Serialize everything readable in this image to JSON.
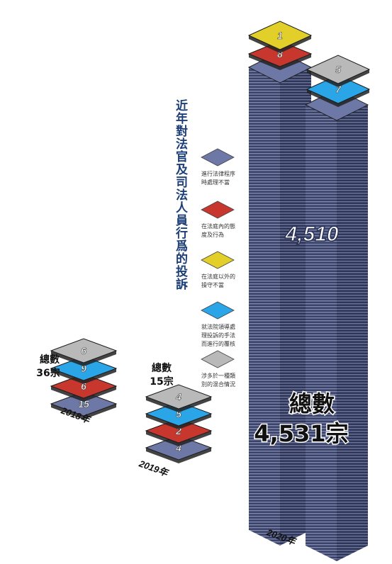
{
  "title": "近年對法官及司法人員行爲的投訴",
  "colors": {
    "slate": "#6d78a6",
    "red": "#c8372d",
    "yellow": "#e2cf2a",
    "blue": "#2aa5e8",
    "gray": "#b9b9b9",
    "dark": "#333a5a"
  },
  "legend": [
    {
      "color": "slate",
      "line1": "進行法律程序",
      "line2": "時處理不當"
    },
    {
      "color": "red",
      "line1": "在法庭內的態",
      "line2": "度及行為"
    },
    {
      "color": "yellow",
      "line1": "在法庭以外的",
      "line2": "操守不當"
    },
    {
      "color": "blue",
      "line1": "就法院領導處",
      "line2": "理投訴的手法",
      "line3": "而進行的覆核"
    },
    {
      "color": "gray",
      "line1": "涉多於一種類",
      "line2": "別的混合情況"
    }
  ],
  "chart_data": {
    "type": "bar",
    "title": "近年對法官及司法人員行爲的投訴",
    "categories": [
      "2018年",
      "2019年",
      "2020年"
    ],
    "series": [
      {
        "name": "進行法律程序時處理不當",
        "values": [
          15,
          4,
          4510
        ]
      },
      {
        "name": "在法庭內的態度及行為",
        "values": [
          6,
          2,
          8
        ]
      },
      {
        "name": "在法庭以外的操守不當",
        "values": [
          0,
          0,
          1
        ]
      },
      {
        "name": "就法院領導處理投訴的手法而進行的覆核",
        "values": [
          9,
          5,
          7
        ]
      },
      {
        "name": "涉多於一種類別的混合情況",
        "values": [
          6,
          4,
          5
        ]
      }
    ],
    "totals": [
      {
        "year": "2018年",
        "label1": "總數",
        "label2": "36宗"
      },
      {
        "year": "2019年",
        "label1": "總數",
        "label2": "15宗"
      },
      {
        "year": "2020年",
        "label1": "總數",
        "label2": "4,531宗"
      }
    ],
    "big_value_label": "4,510"
  }
}
